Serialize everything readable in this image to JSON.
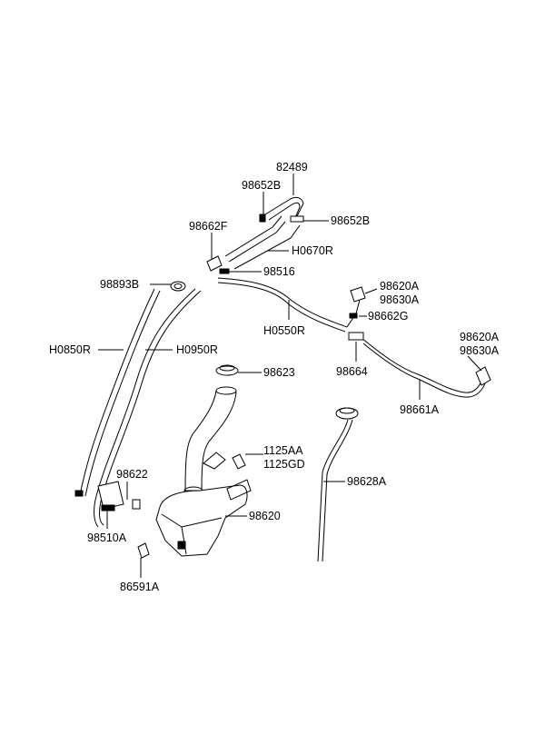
{
  "labels": {
    "p82489": "82489",
    "p98652B_a": "98652B",
    "p98652B_b": "98652B",
    "p98662F": "98662F",
    "pH0670R": "H0670R",
    "p98516": "98516",
    "p98893B": "98893B",
    "p98620A_a": "98620A",
    "p98630A_a": "98630A",
    "p98662G": "98662G",
    "pH0550R": "H0550R",
    "pH0850R": "H0850R",
    "pH0950R": "H0950R",
    "p98620A_b": "98620A",
    "p98630A_b": "98630A",
    "p98623": "98623",
    "p98664": "98664",
    "p98661A": "98661A",
    "p1125AA": "1125AA",
    "p1125GD": "1125GD",
    "p98622": "98622",
    "p98628A": "98628A",
    "p98620": "98620",
    "p98510A": "98510A",
    "p86591A": "86591A"
  }
}
